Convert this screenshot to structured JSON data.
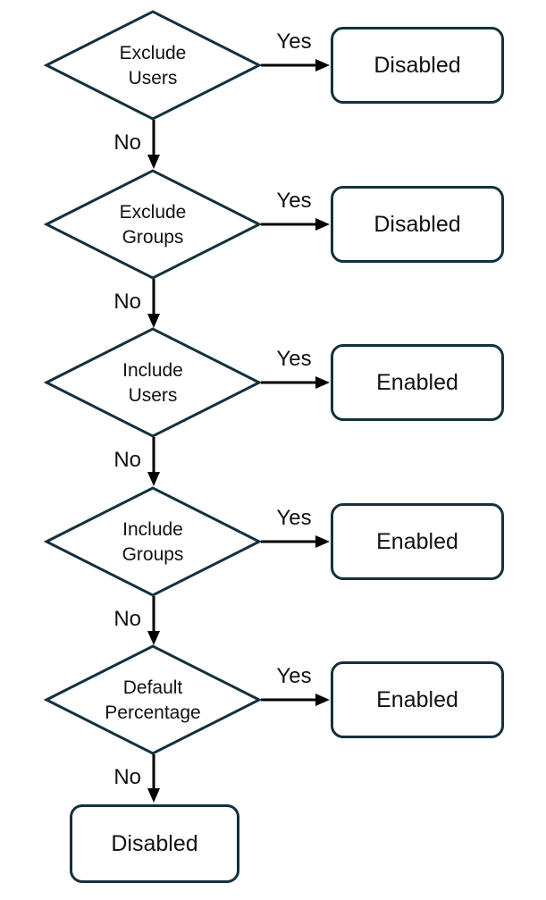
{
  "flowchart": {
    "colors": {
      "shape_border": "#14303E",
      "arrow": "#000000",
      "text": "#111111",
      "background": "#FFFFFF"
    },
    "steps": [
      {
        "condition_line1": "Exclude",
        "condition_line2": "Users",
        "yes_label": "Yes",
        "no_label": "No",
        "yes_outcome": "Disabled"
      },
      {
        "condition_line1": "Exclude",
        "condition_line2": "Groups",
        "yes_label": "Yes",
        "no_label": "No",
        "yes_outcome": "Disabled"
      },
      {
        "condition_line1": "Include",
        "condition_line2": "Users",
        "yes_label": "Yes",
        "no_label": "No",
        "yes_outcome": "Enabled"
      },
      {
        "condition_line1": "Include",
        "condition_line2": "Groups",
        "yes_label": "Yes",
        "no_label": "No",
        "yes_outcome": "Enabled"
      },
      {
        "condition_line1": "Default",
        "condition_line2": "Percentage",
        "yes_label": "Yes",
        "no_label": "No",
        "yes_outcome": "Enabled"
      }
    ],
    "final_outcome": "Disabled"
  }
}
